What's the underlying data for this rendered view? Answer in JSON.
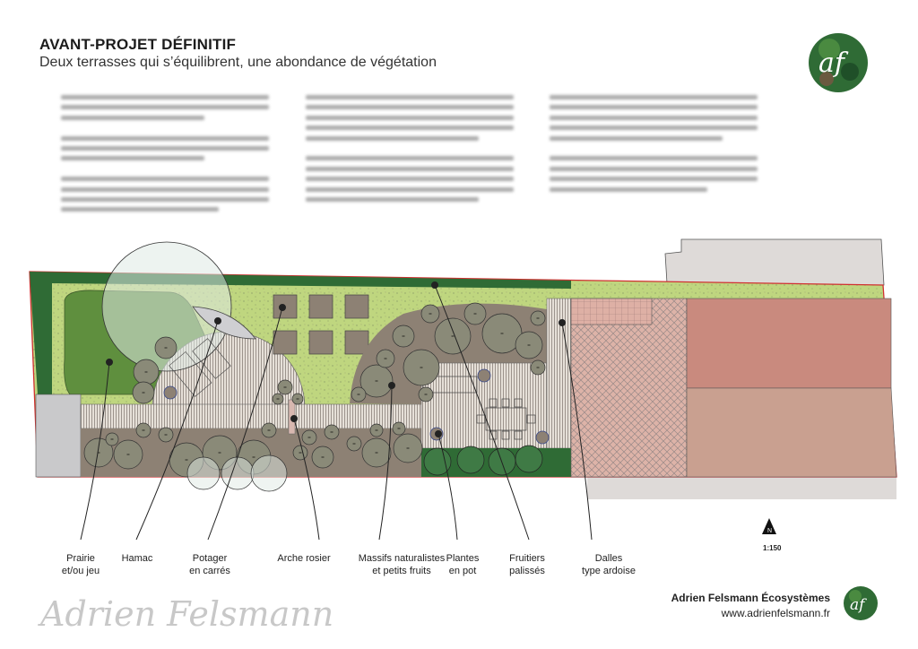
{
  "header": {
    "title": "AVANT-PROJET DÉFINITIF",
    "subtitle": "Deux terrasses qui s’équilibrent, une abondance de végétation"
  },
  "logo": {
    "text": "af",
    "colors": {
      "forest": "#2f6b35",
      "light": "#8fbf5a"
    }
  },
  "plan": {
    "labels": [
      {
        "line1": "Prairie",
        "line2": "et/ou jeu"
      },
      {
        "line1": "Hamac",
        "line2": ""
      },
      {
        "line1": "Potager",
        "line2": "en carrés"
      },
      {
        "line1": "Arche rosier",
        "line2": ""
      },
      {
        "line1": "Massifs naturalistes",
        "line2": "et petits fruits"
      },
      {
        "line1": "Plantes",
        "line2": "en pot"
      },
      {
        "line1": "Fruitiers",
        "line2": "palissés"
      },
      {
        "line1": "Dalles",
        "line2": "type ardoise"
      }
    ],
    "scale": "1:150",
    "north_label": "N",
    "colors": {
      "lawn": "#bfd67f",
      "hedge": "#2f6b35",
      "prairie": "#5f8f3e",
      "deck": "#e2dcd4",
      "mulch": "#8d8174",
      "shrub": "#8a8a78",
      "paving": "#ddb3a8",
      "roof1": "#c98a7e",
      "roof2": "#c9a090",
      "boundary": "#d03030",
      "building": "#dedad8"
    }
  },
  "footer": {
    "signature": "Adrien Felsmann",
    "company": "Adrien Felsmann Écosystèmes",
    "website": "www.adrienfelsmann.fr"
  }
}
